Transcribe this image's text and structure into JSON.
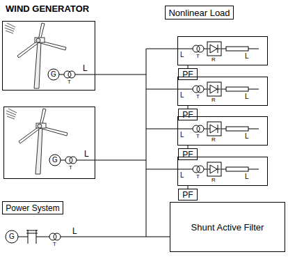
{
  "diagram": {
    "nodes": [
      {
        "text": [
          "Nonlinear Load"
        ]
      },
      {
        "text": [
          "WIND GENERATOR",
          "G",
          "T",
          "L"
        ]
      },
      {
        "text": [
          "L",
          "T",
          "R",
          "L"
        ]
      },
      {
        "text": [
          "PF"
        ]
      },
      {
        "text": [
          "L",
          "T",
          "R",
          "L"
        ]
      },
      {
        "text": [
          "PF"
        ]
      },
      {
        "text": [
          "G",
          "T",
          "L"
        ]
      },
      {
        "text": [
          "L",
          "T",
          "R",
          "L"
        ]
      },
      {
        "text": [
          "PF"
        ]
      },
      {
        "text": [
          "L",
          "T",
          "R",
          "L"
        ]
      },
      {
        "text": [
          "PF"
        ]
      },
      {
        "text": [
          "Power System"
        ]
      },
      {
        "text": [
          "Shunt Active Filter"
        ]
      }
    ],
    "edges": [
      {
        "from": 2,
        "to": 3,
        "arrow": "none"
      },
      {
        "from": 4,
        "to": 5,
        "arrow": "none"
      },
      {
        "from": 7,
        "to": 8,
        "arrow": "none"
      },
      {
        "from": 9,
        "to": 10,
        "arrow": "none"
      }
    ],
    "labels": [
      "G",
      "T",
      "L"
    ]
  }
}
